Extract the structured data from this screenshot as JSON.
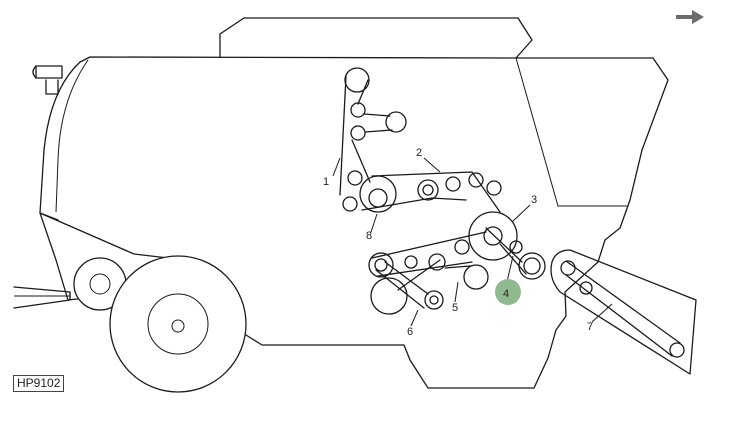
{
  "figure": {
    "id": "HP9102",
    "callouts": [
      "1",
      "2",
      "3",
      "4",
      "5",
      "6",
      "7",
      "8"
    ],
    "highlighted_callout": "4",
    "highlight_color": "#8fba8f",
    "line_color": "#1a1a1a"
  },
  "navigation": {
    "next_icon": "arrow-right-icon",
    "icon_color": "#6b6b6b"
  }
}
